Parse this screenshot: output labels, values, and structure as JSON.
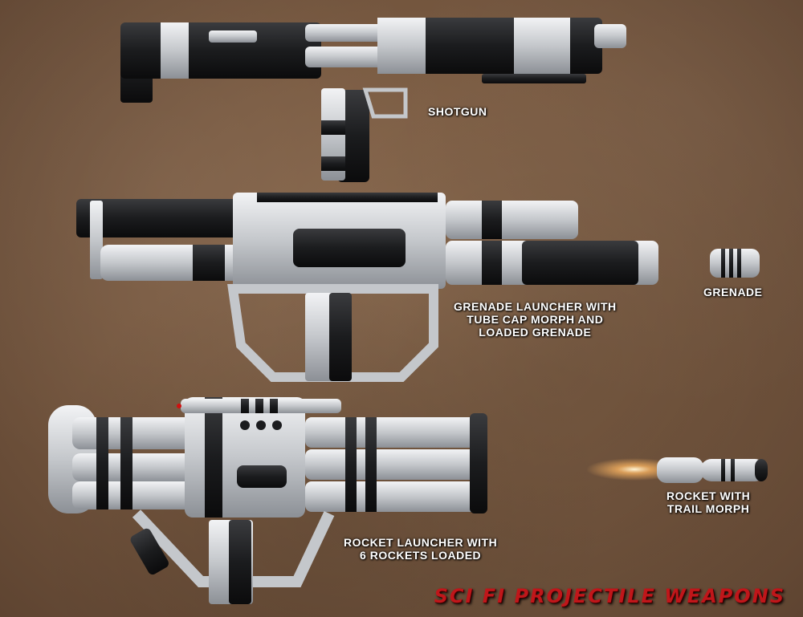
{
  "labels": {
    "shotgun": "SHOTGUN",
    "grenade": "GRENADE",
    "grenade_launcher": [
      "GRENADE LAUNCHER WITH",
      "TUBE CAP MORPH AND",
      "LOADED GRENADE"
    ],
    "rocket": [
      "ROCKET WITH",
      "TRAIL MORPH"
    ],
    "rocket_launcher": [
      "ROCKET LAUNCHER WITH",
      "6 ROCKETS LOADED"
    ]
  },
  "title": "SCI FI PROJECTILE WEAPONS",
  "colors": {
    "metal": "#c9ccd0",
    "dark": "#1b1c1e",
    "title": "#c0161a",
    "background": "#7a5b42"
  }
}
